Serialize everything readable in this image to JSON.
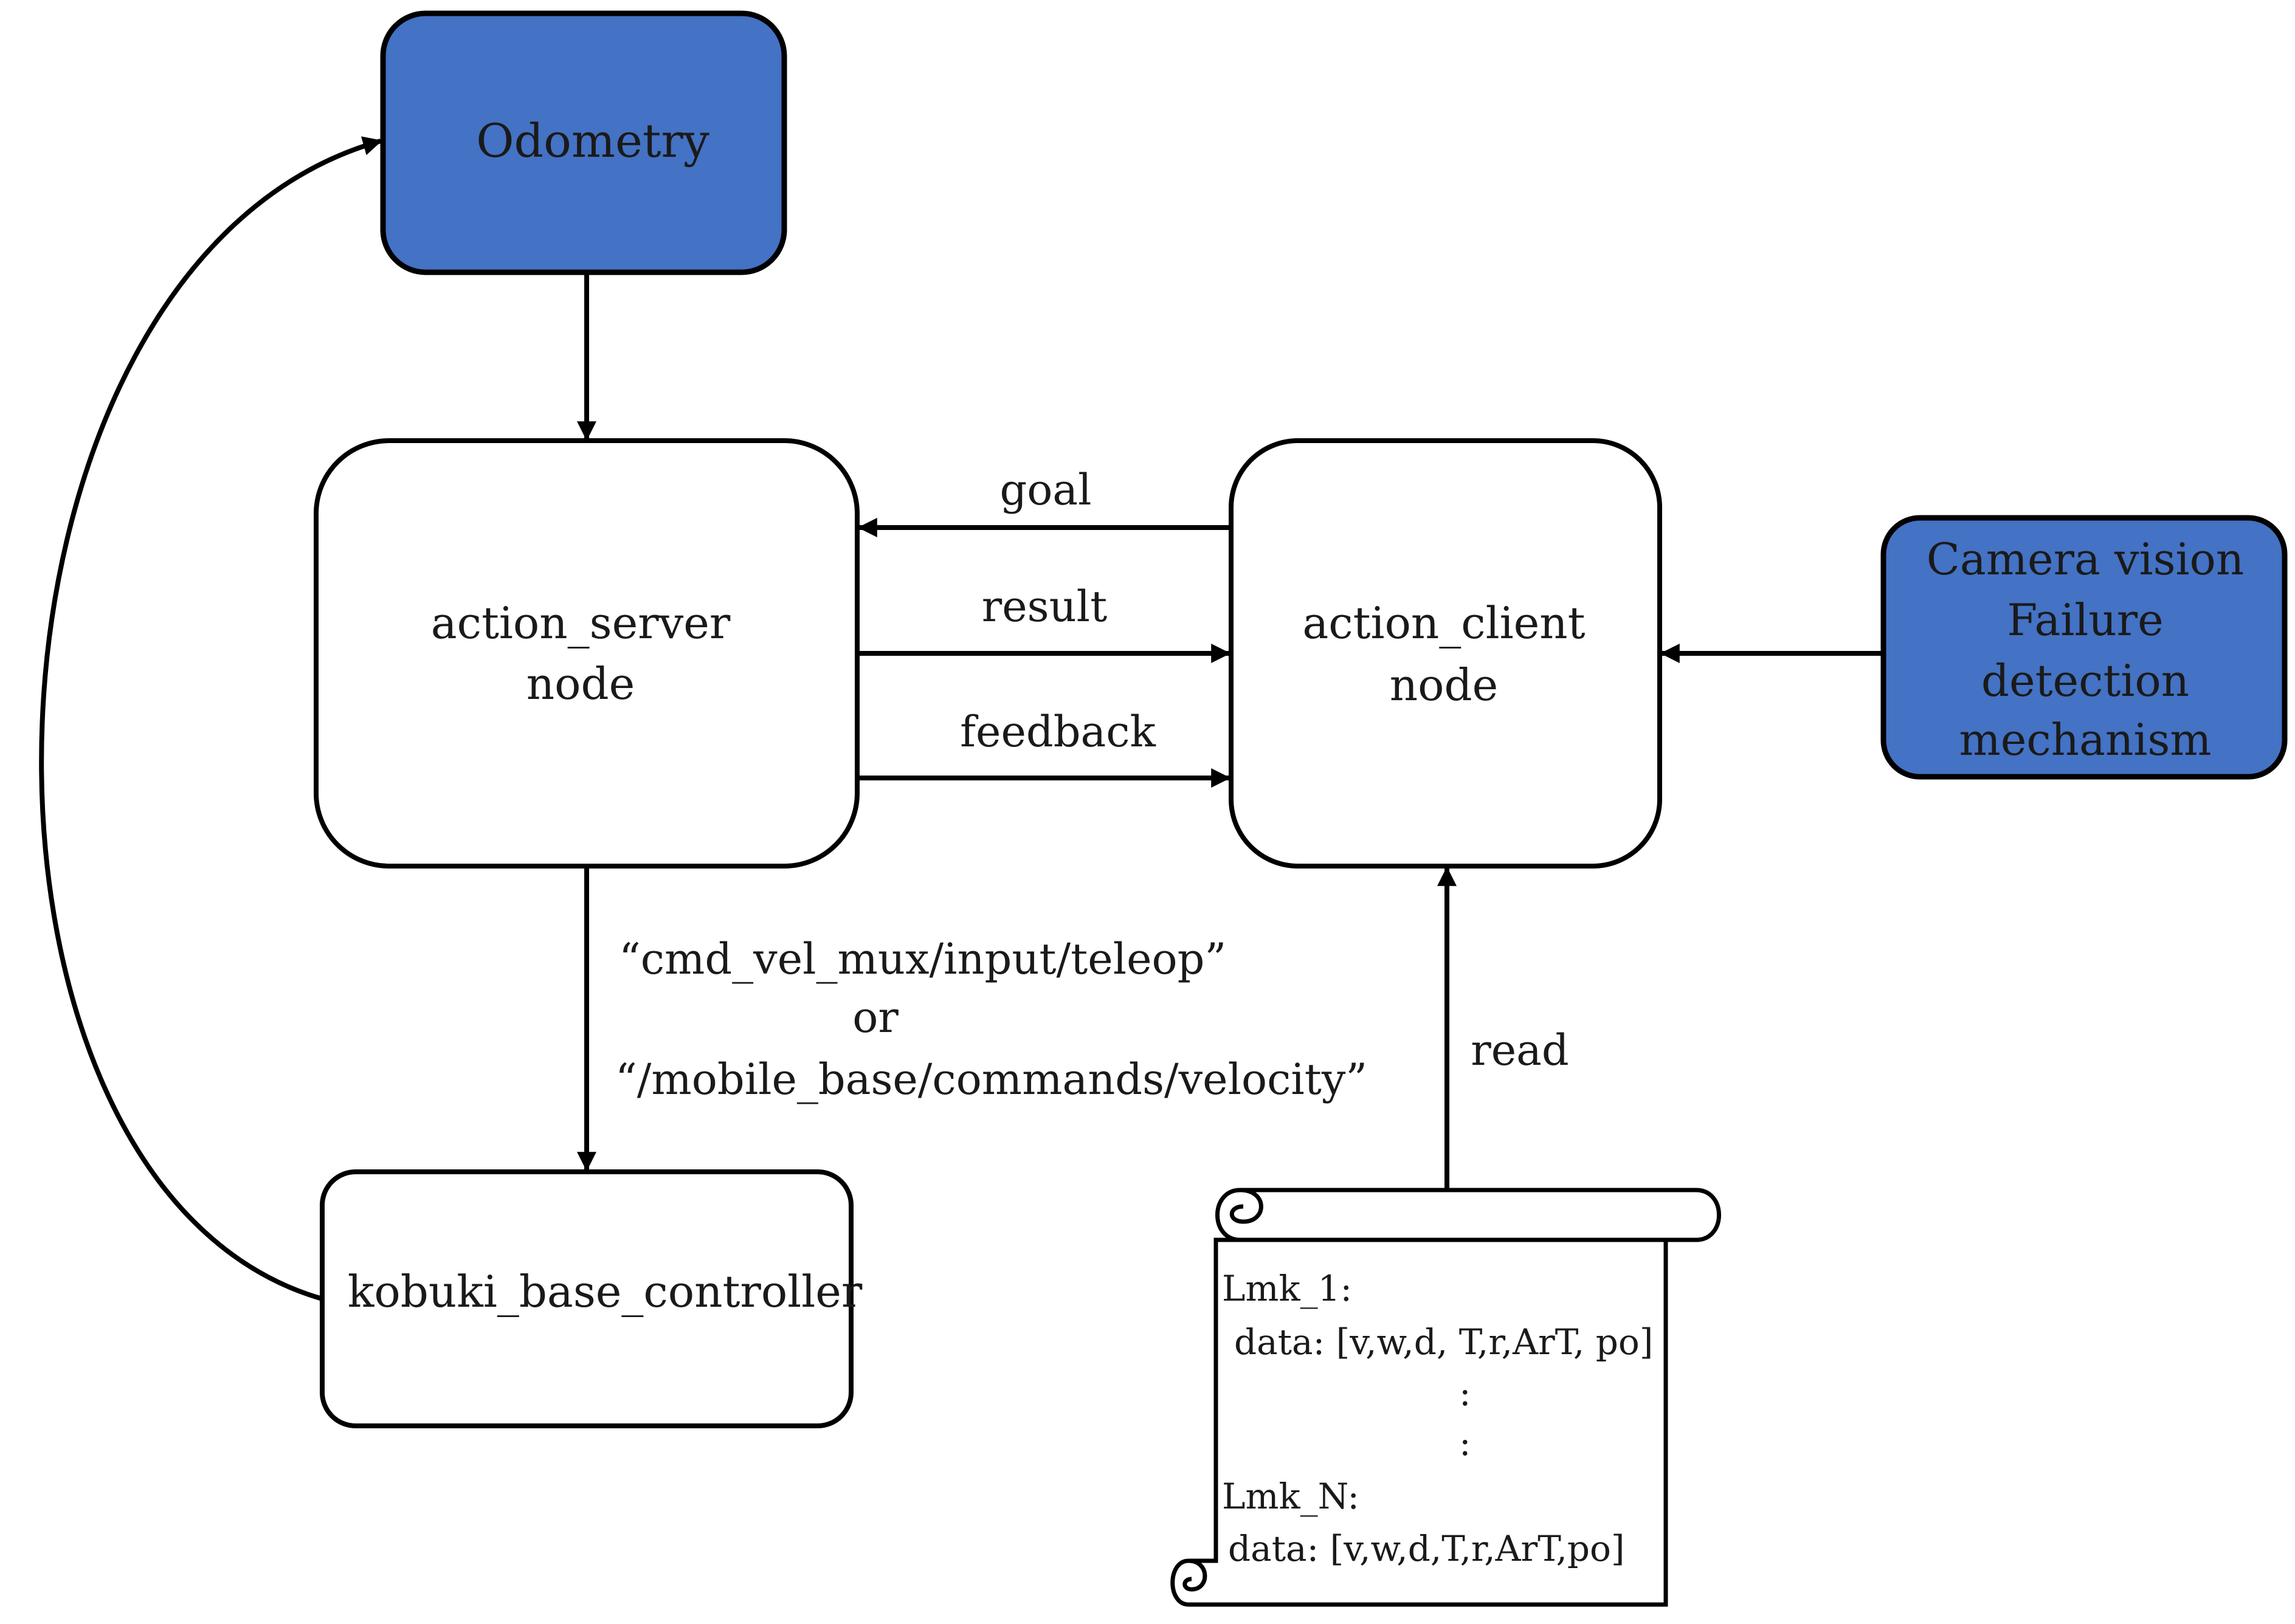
{
  "colors": {
    "accent_box_fill": "#4472c4",
    "plain_box_fill": "#ffffff",
    "line": "#000000"
  },
  "nodes": {
    "odometry": "Odometry",
    "action_server": [
      "action_server",
      "node"
    ],
    "action_client": [
      "action_client",
      "node"
    ],
    "camera": [
      "Camera vision",
      "Failure",
      "detection",
      "mechanism"
    ],
    "kobuki": "kobuki_base_controller"
  },
  "edges": {
    "goal": "goal",
    "result": "result",
    "feedback": "feedback",
    "read": "read",
    "topic_1": "“cmd_vel_mux/input/teleop”",
    "topic_or": "or",
    "topic_2": "“/mobile_base/commands/velocity”"
  },
  "scroll": {
    "lmk_1": "Lmk_1:",
    "data_1": "data: [v,w,d, T,r,ArT, po]",
    "dot_1": ":",
    "dot_2": ":",
    "lmk_n": "Lmk_N:",
    "data_n": "data: [v,w,d,T,r,ArT,po]"
  }
}
